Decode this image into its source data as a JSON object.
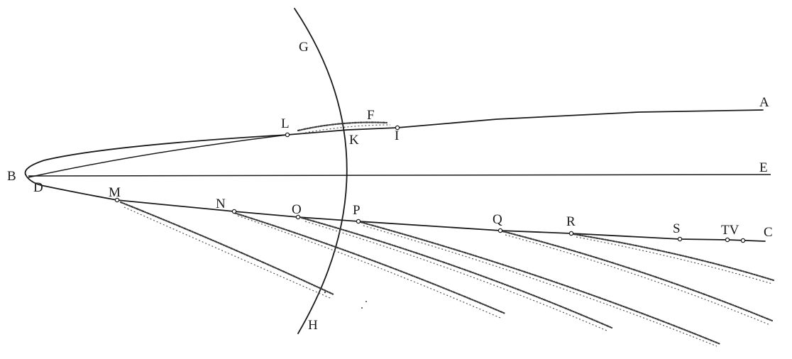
{
  "labels": {
    "A": "A",
    "B": "B",
    "C": "C",
    "D": "D",
    "E": "E",
    "F": "F",
    "G": "G",
    "H": "H",
    "I": "I",
    "K": "K",
    "L": "L",
    "M": "M",
    "N": "N",
    "O": "O",
    "P": "P",
    "Q": "Q",
    "R": "R",
    "S": "S",
    "TV": "TV"
  }
}
